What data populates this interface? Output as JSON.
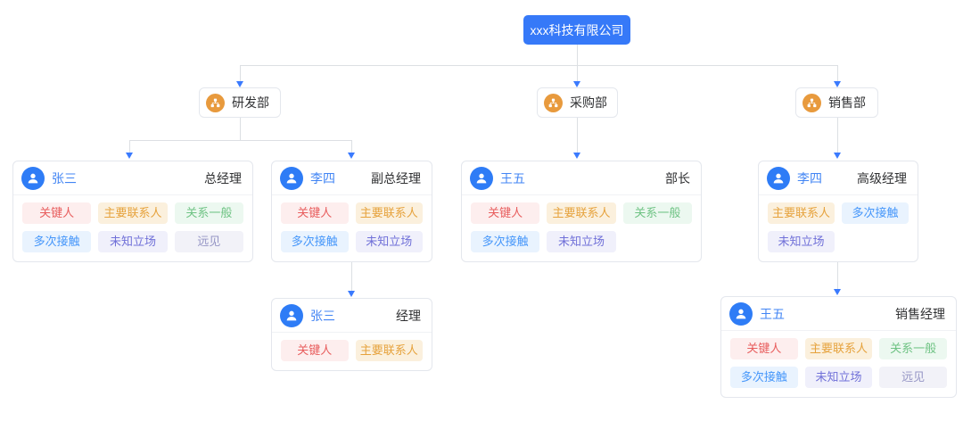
{
  "company": {
    "label": "xxx科技有限公司"
  },
  "departments": [
    {
      "label": "研发部"
    },
    {
      "label": "采购部"
    },
    {
      "label": "销售部"
    }
  ],
  "members": [
    {
      "name": "张三",
      "title": "总经理",
      "tags": [
        {
          "label": "关键人",
          "type": "key"
        },
        {
          "label": "主要联系人",
          "type": "main"
        },
        {
          "label": "关系一般",
          "type": "normal"
        },
        {
          "label": "多次接触",
          "type": "contact"
        },
        {
          "label": "未知立场",
          "type": "unknown"
        },
        {
          "label": "远见",
          "type": "vision"
        }
      ]
    },
    {
      "name": "李四",
      "title": "副总经理",
      "tags": [
        {
          "label": "关键人",
          "type": "key"
        },
        {
          "label": "主要联系人",
          "type": "main"
        },
        {
          "label": "多次接触",
          "type": "contact"
        },
        {
          "label": "未知立场",
          "type": "unknown"
        }
      ]
    },
    {
      "name": "王五",
      "title": "部长",
      "tags": [
        {
          "label": "关键人",
          "type": "key"
        },
        {
          "label": "主要联系人",
          "type": "main"
        },
        {
          "label": "关系一般",
          "type": "normal"
        },
        {
          "label": "多次接触",
          "type": "contact"
        },
        {
          "label": "未知立场",
          "type": "unknown"
        }
      ]
    },
    {
      "name": "李四",
      "title": "高级经理",
      "tags": [
        {
          "label": "主要联系人",
          "type": "main"
        },
        {
          "label": "多次接触",
          "type": "contact"
        },
        {
          "label": "未知立场",
          "type": "unknown"
        }
      ]
    },
    {
      "name": "张三",
      "title": "经理",
      "tags": [
        {
          "label": "关键人",
          "type": "key"
        },
        {
          "label": "主要联系人",
          "type": "main"
        }
      ]
    },
    {
      "name": "王五",
      "title": "销售经理",
      "tags": [
        {
          "label": "关键人",
          "type": "key"
        },
        {
          "label": "主要联系人",
          "type": "main"
        },
        {
          "label": "关系一般",
          "type": "normal"
        },
        {
          "label": "多次接触",
          "type": "contact"
        },
        {
          "label": "未知立场",
          "type": "unknown"
        },
        {
          "label": "远见",
          "type": "vision"
        }
      ]
    }
  ],
  "icons": {
    "department": "org-hierarchy-icon",
    "member": "person-avatar-icon"
  },
  "colors": {
    "company_node_bg": "#3679f8",
    "dept_icon_bg": "#e89a3d",
    "avatar_bg": "#2e7cf6",
    "member_name_text": "#4285f4",
    "title_text": "#303133",
    "card_border": "#e4e7ed",
    "connector_line": "#dcdfe3",
    "connector_arrow": "#3a7afe",
    "tag_types": {
      "key": {
        "text": "#e85d5d",
        "bg": "#fdeeee"
      },
      "main": {
        "text": "#e6a23c",
        "bg": "#fbf0dd"
      },
      "normal": {
        "text": "#6fc384",
        "bg": "#ecf8f0"
      },
      "contact": {
        "text": "#4596fa",
        "bg": "#e9f3fe"
      },
      "unknown": {
        "text": "#7070d8",
        "bg": "#f0f0fb"
      },
      "vision": {
        "text": "#9595c5",
        "bg": "#f2f2f8"
      }
    }
  }
}
